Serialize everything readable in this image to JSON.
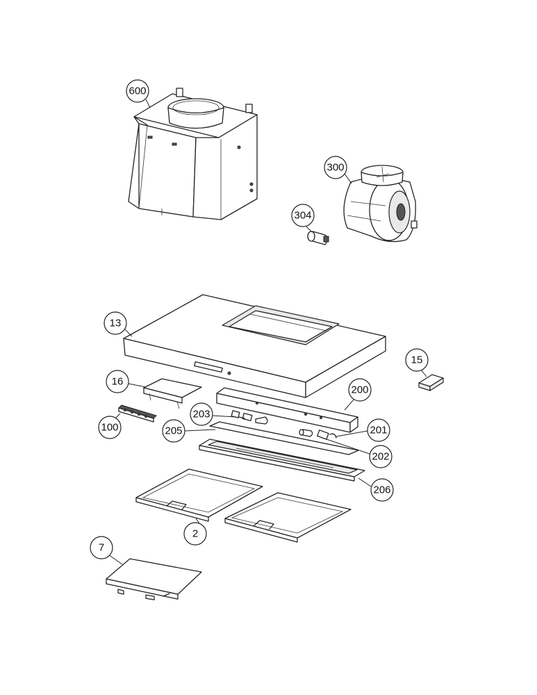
{
  "callouts": {
    "c600": "600",
    "c300": "300",
    "c304": "304",
    "c13": "13",
    "c15": "15",
    "c16": "16",
    "c200": "200",
    "c100": "100",
    "c203": "203",
    "c205": "205",
    "c201": "201",
    "c202": "202",
    "c206": "206",
    "c2": "2",
    "c7": "7"
  }
}
